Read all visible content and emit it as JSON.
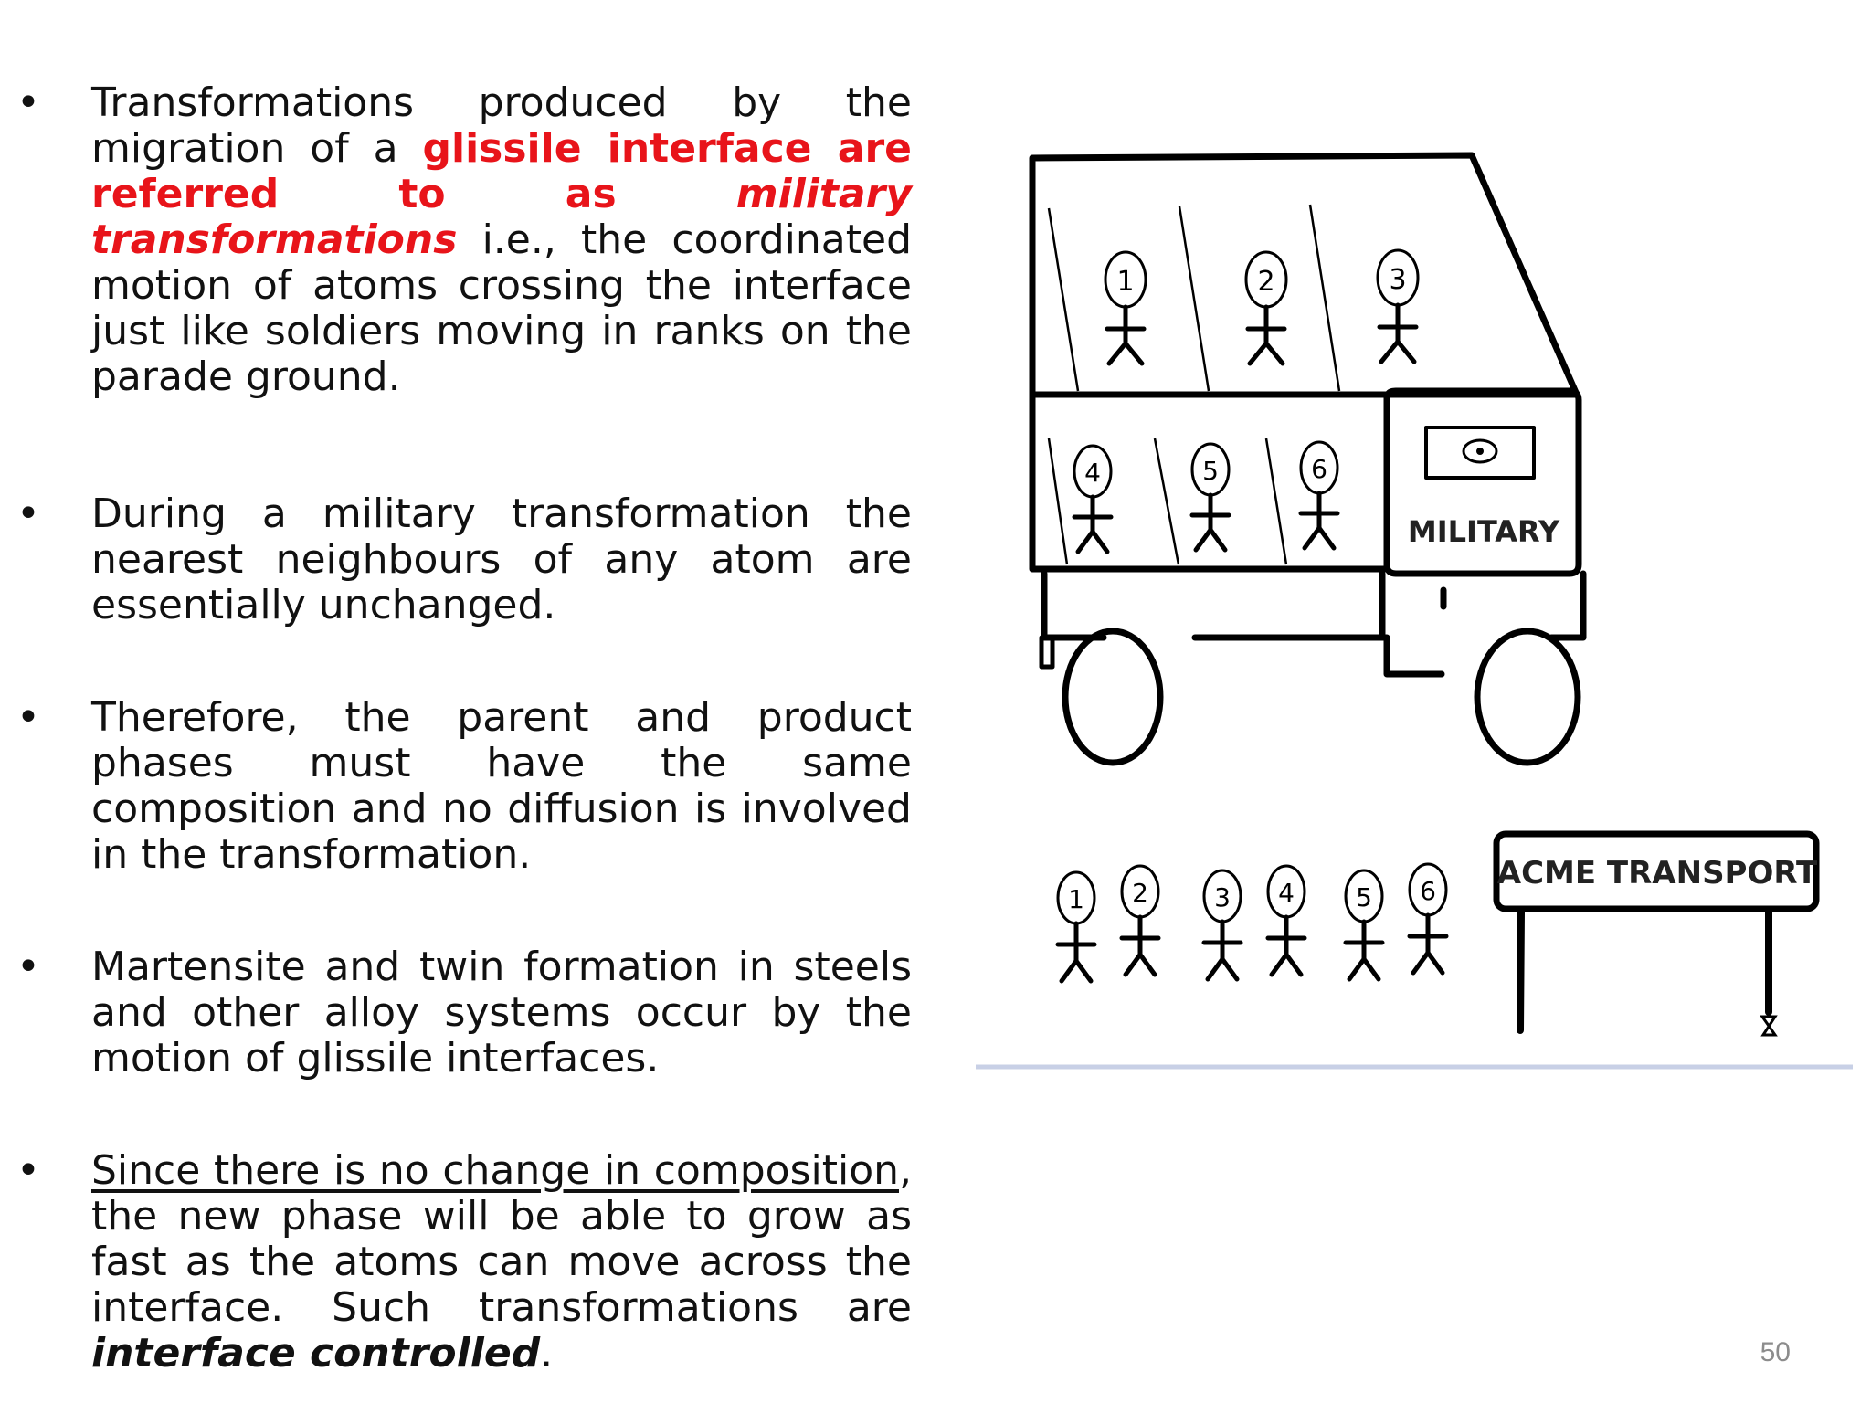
{
  "bullets": [
    {
      "plain1": "Transformations produced by the migration of a ",
      "red1": "glissile interface are referred to as ",
      "red_italic": "military transformations",
      "plain2": " i.e., the coordinated motion of atoms crossing the interface just like soldiers moving in ranks on the parade ground."
    },
    {
      "text": "During a military transformation the nearest neighbours of any atom are essentially unchanged."
    },
    {
      "text": "Therefore, the parent and product phases must have the same composition and no diffusion is involved in the transformation."
    },
    {
      "text": "Martensite and twin formation in steels and other alloy systems occur by the motion of glissile interfaces."
    },
    {
      "underlined": "Since there is no change in composition",
      "plain": ", the new phase will be able to grow as fast as the atoms can move across the interface. Such transformations are ",
      "bold_italic": "interface controlled",
      "end": "."
    }
  ],
  "bullet_symbol": "•",
  "figure": {
    "truck_label": "MILITARY",
    "sign_label": "ACME TRANSPORT",
    "soldiers_in_truck": [
      "1",
      "2",
      "3",
      "4",
      "5",
      "6"
    ],
    "soldiers_on_ground": [
      "1",
      "2",
      "3",
      "4",
      "5",
      "6"
    ]
  },
  "page_number": "50"
}
